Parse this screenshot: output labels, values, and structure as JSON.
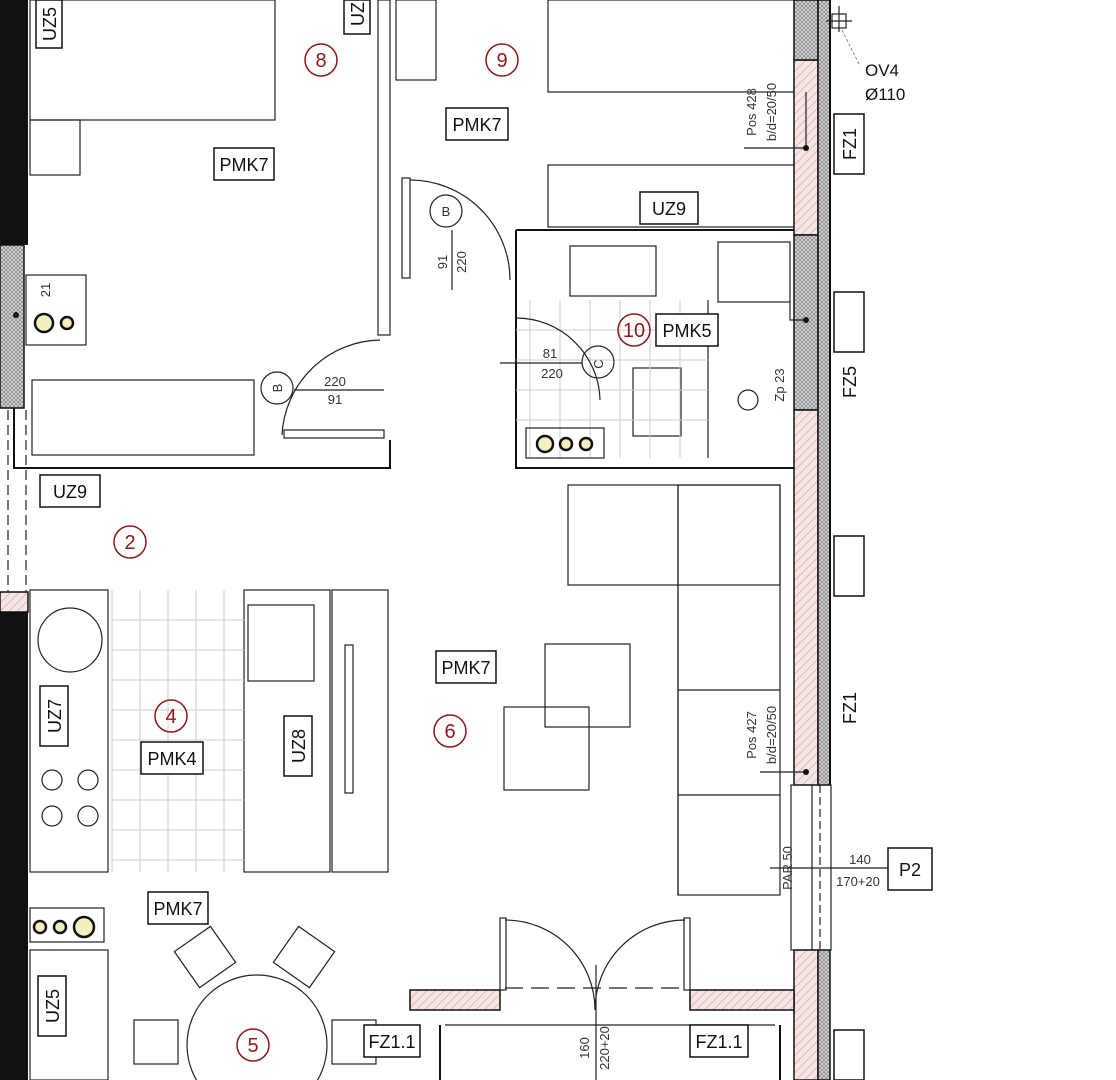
{
  "plan": {
    "rooms": {
      "r8": "8",
      "r9": "9",
      "r10": "10",
      "r2": "2",
      "r4": "4",
      "r6": "6",
      "r5": "5"
    },
    "labels": {
      "uz5_top": "UZ5",
      "uz_top_cut": "UZ",
      "pmk7_a": "PMK7",
      "pmk7_b": "PMK7",
      "pmk7_c": "PMK7",
      "pmk7_d": "PMK7",
      "uz9_a": "UZ9",
      "uz9_b": "UZ9",
      "pmk5": "PMK5",
      "pmk4": "PMK4",
      "uz7": "UZ7",
      "uz8": "UZ8",
      "uz5_bottom": "UZ5",
      "fz1_a": "FZ1",
      "fz1_b": "FZ1",
      "fz5": "FZ5",
      "fz11_a": "FZ1.1",
      "fz11_b": "FZ1.1",
      "p2": "P2"
    },
    "doors": {
      "b1": "B",
      "b1_w": "91",
      "b1_h": "220",
      "b2": "B",
      "b2_h": "220",
      "b2_w": "91",
      "c": "C",
      "c_w": "81",
      "c_h": "220",
      "balcony_w": "160",
      "balcony_h": "220+20"
    },
    "annotations": {
      "ov4": "OV4",
      "ov4_d": "Ø110",
      "pos428": "Pos  428",
      "bd428": "b/d=20/50",
      "pos427": "Pos  427",
      "bd427": "b/d=20/50",
      "zp23": "Zp 23",
      "par50": "PAR  50",
      "win_w": "140",
      "win_h": "170+20",
      "pipe": "21"
    },
    "colors": {
      "room_number": "#8b1a1a",
      "wall_hatch": "#e8c8c8",
      "fixture": "#f5efc0"
    }
  }
}
